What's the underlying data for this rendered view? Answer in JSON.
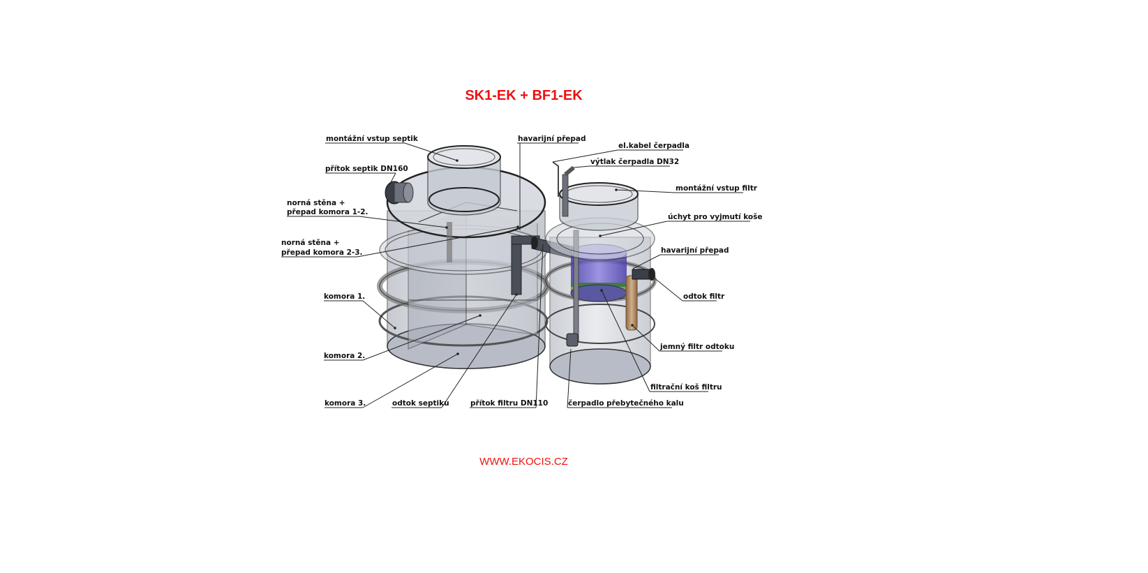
{
  "title": "SK1-EK + BF1-EK",
  "website": "WWW.EKOCIS.CZ",
  "labels": {
    "montazni_vstup_septik": "montážní vstup septik",
    "pritok_septik": "přítok septik DN160",
    "norna_stena_1_l1": "norná stěna +",
    "norna_stena_1_l2": "přepad komora 1-2.",
    "norna_stena_2_l1": "norná stěna +",
    "norna_stena_2_l2": "přepad komora 2-3.",
    "komora_1": "komora 1.",
    "komora_2": "komora 2.",
    "komora_3": "komora 3.",
    "odtok_septiku": "odtok septiku",
    "pritok_filtru": "přítok filtru DN110",
    "havarijni_prepad_top": "havarijní přepad",
    "el_kabel": "el.kabel čerpadla",
    "vytlak": "výtlak čerpadla DN32",
    "montazni_vstup_filtr": "montážní vstup filtr",
    "uchyt": "úchyt pro vyjmutí koše",
    "havarijni_prepad_right": "havarijní přepad",
    "odtok_filtr": "odtok filtr",
    "jemny_filtr": "jemný filtr odtoku",
    "filtracni_kos": "filtrační koš filtru",
    "cerpadlo": "čerpadlo přebytečného kalu"
  },
  "colors": {
    "title": "#ee1111",
    "tank_fill": "#c9cdd6",
    "tank_dark": "#5d6270",
    "basket": "#6a5cc4",
    "fine_filter": "#b99570"
  }
}
